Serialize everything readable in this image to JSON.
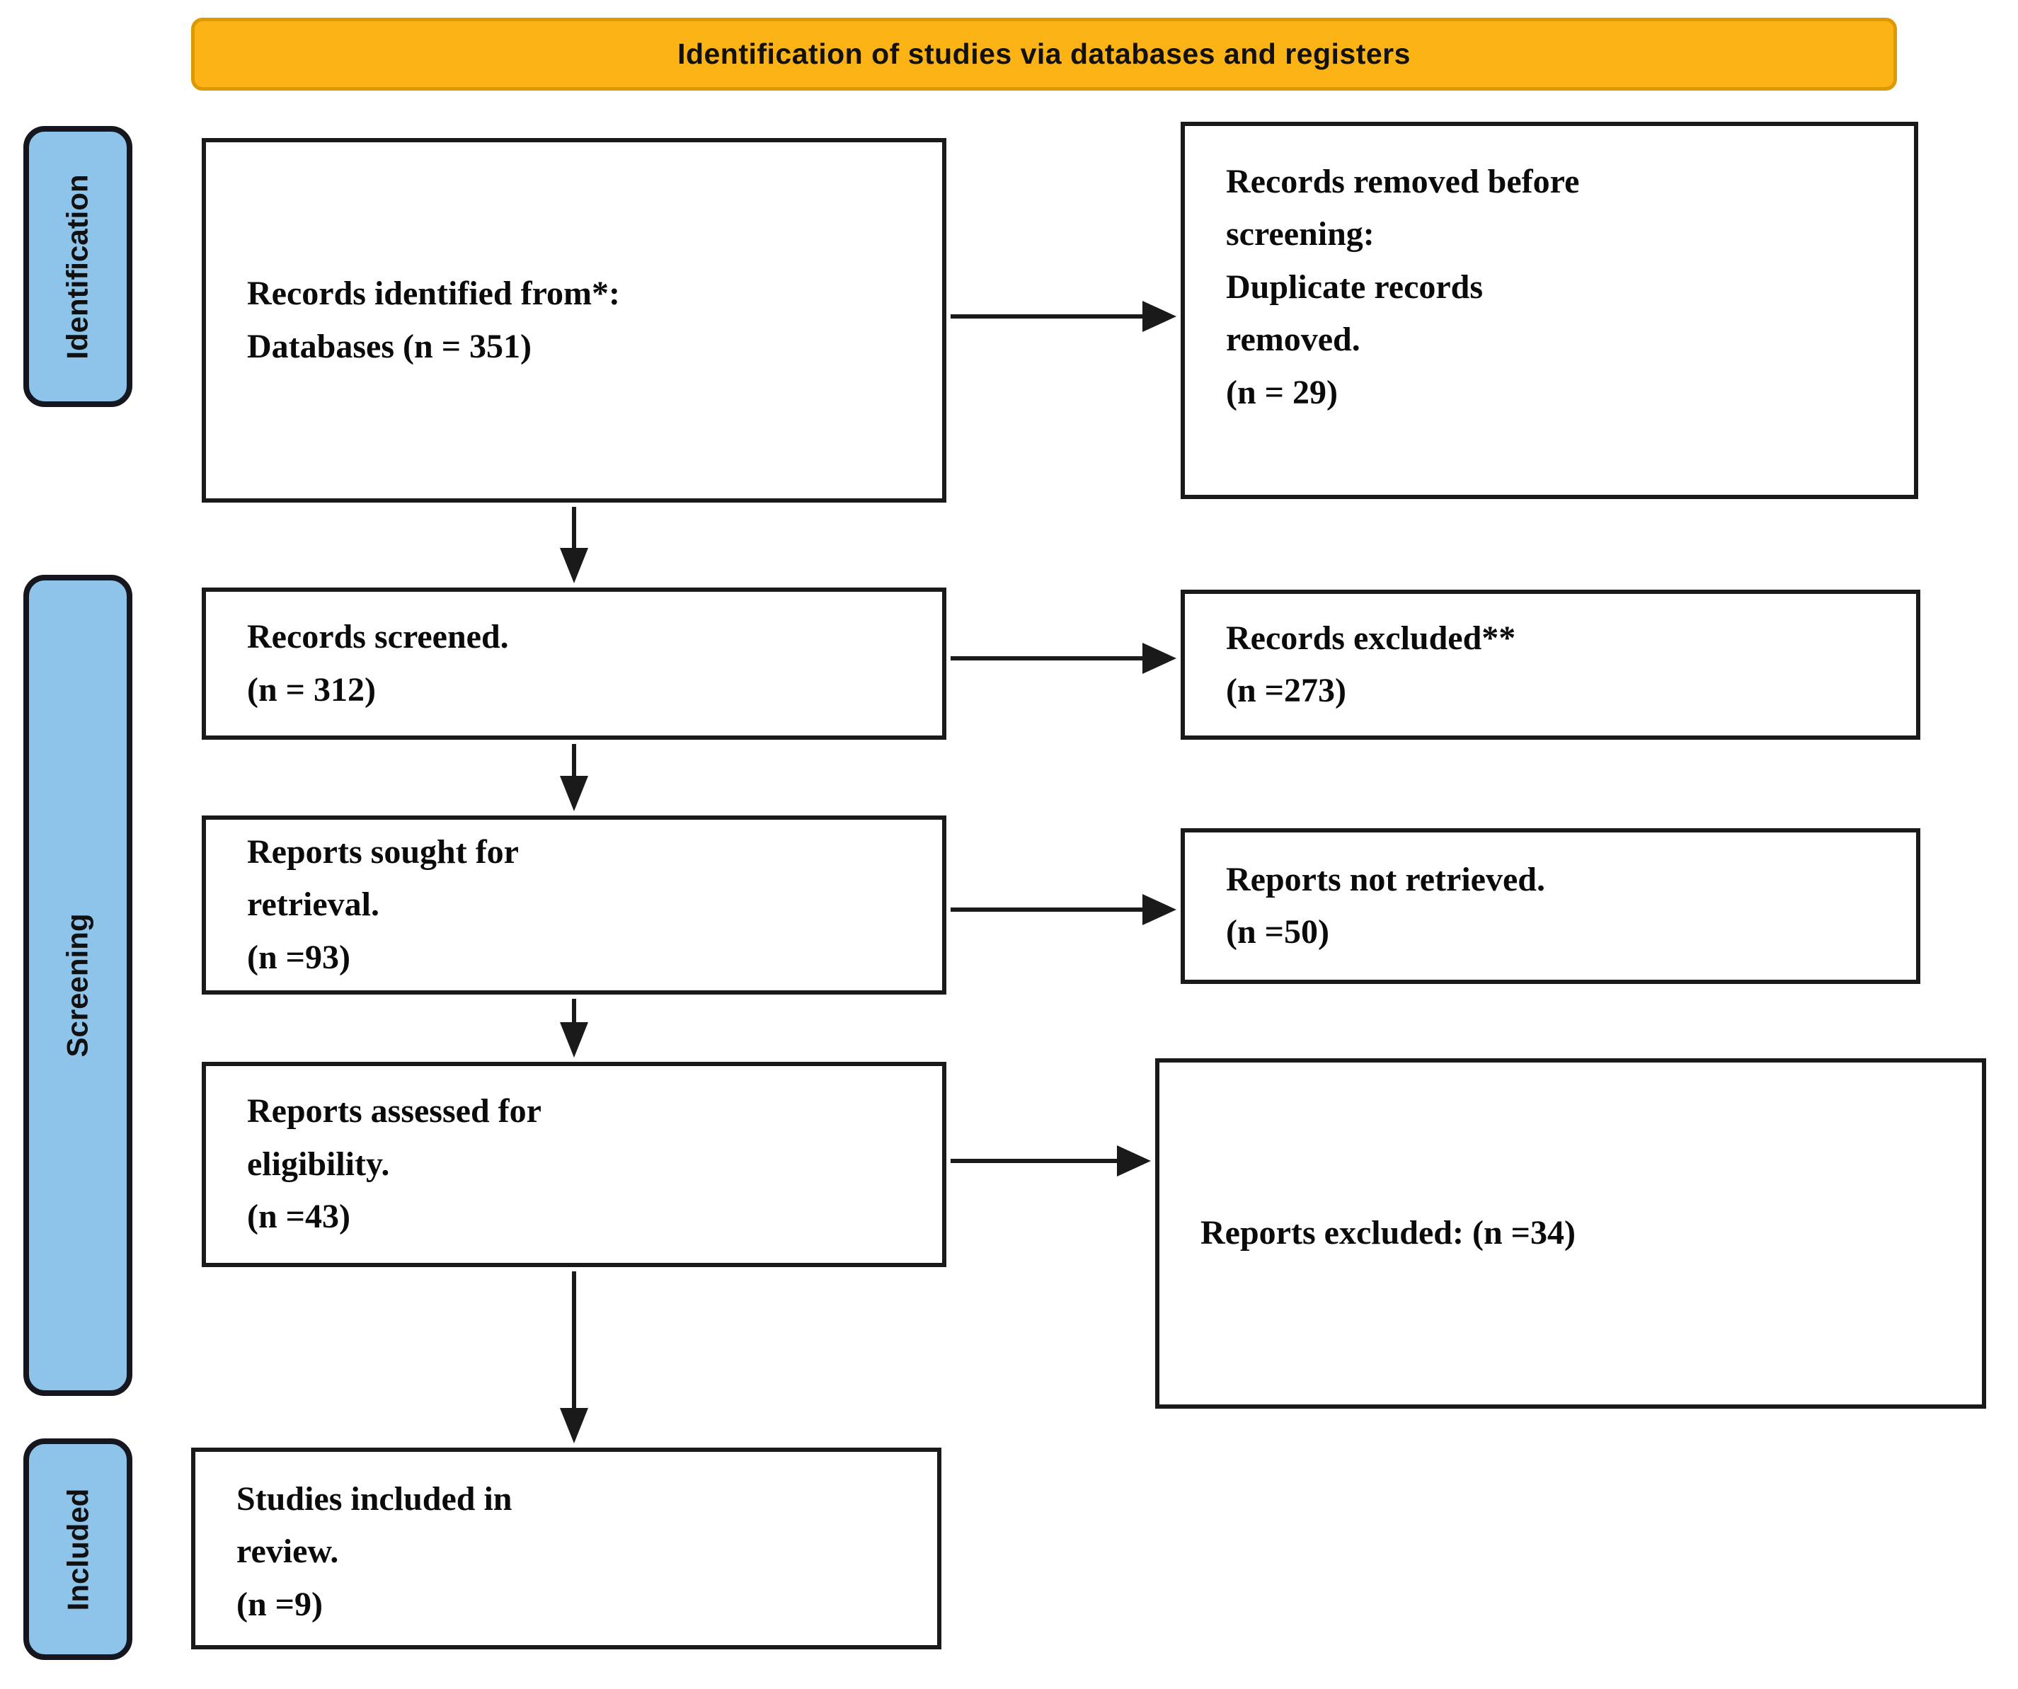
{
  "banner": {
    "label": "Identification of studies via databases and registers"
  },
  "sidebar": {
    "stages": [
      {
        "label": "Identification"
      },
      {
        "label": "Screening"
      },
      {
        "label": "Included"
      }
    ]
  },
  "flow": {
    "left_column": [
      {
        "text": "Records identified from*:\nDatabases (n = 351)"
      },
      {
        "text": "Records screened.\n(n = 312)"
      },
      {
        "text": "Reports sought for\nretrieval.\n(n =93)"
      },
      {
        "text": "Reports assessed for\neligibility.\n(n =43)"
      },
      {
        "text": "Studies included in\nreview.\n(n =9)"
      }
    ],
    "right_column": [
      {
        "text": "Records removed before\nscreening:\nDuplicate records\nremoved.\n(n = 29)"
      },
      {
        "text": "Records excluded**\n(n =273)"
      },
      {
        "text": "Reports not retrieved.\n(n =50)"
      },
      {
        "text": "Reports excluded: (n =34)"
      }
    ]
  },
  "colors": {
    "banner_bg": "#FBB316",
    "banner_border": "#DC9A00",
    "stage_bg": "#8EC4E9",
    "stage_border": "#16161F",
    "box_border": "#1A1A1A",
    "text": "#0B0B0B"
  }
}
